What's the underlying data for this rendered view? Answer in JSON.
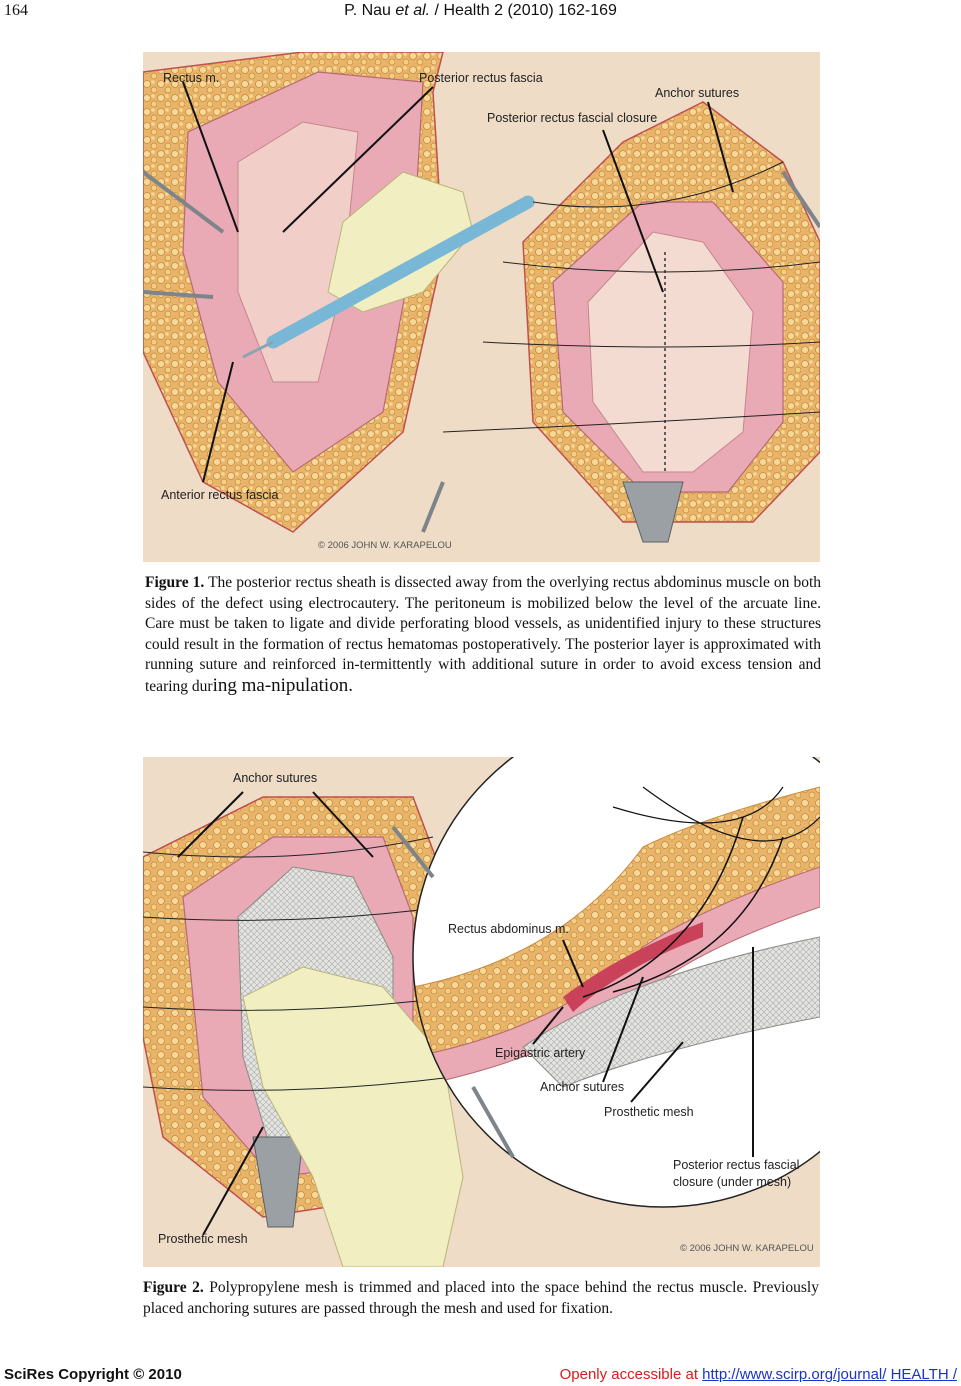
{
  "header": {
    "page_number": "164",
    "authors": "P. Nau",
    "et_al": "et al.",
    "citation": "/ Health 2 (2010) 162-169"
  },
  "figure1": {
    "labels": {
      "rectus_m": "Rectus m.",
      "posterior_rectus_fascia": "Posterior rectus fascia",
      "anchor_sutures": "Anchor sutures",
      "posterior_fascial_closure": "Posterior rectus fascial closure",
      "anterior_rectus_fascia": "Anterior rectus fascia"
    },
    "copyright": "© 2006 JOHN W. KARAPELOU",
    "caption_label": "Figure 1.",
    "caption_text": "The posterior rectus sheath is dissected away from the overlying rectus abdominus muscle on both sides of the defect using electrocautery. The peritoneum is mobilized below the level of the arcuate line. Care must be taken to ligate and divide perforating blood vessels, as unidentified injury to these structures could result in the formation of rectus hematomas postoperatively. The posterior layer is approximated with running suture and reinforced in-termittently with additional suture in order to avoid excess tension and tearing dur",
    "caption_tail": "ing ma-nipulation."
  },
  "figure2": {
    "labels": {
      "anchor_sutures_top": "Anchor sutures",
      "rectus_abdominus": "Rectus abdominus m.",
      "epigastric_artery": "Epigastric artery",
      "anchor_sutures_inset": "Anchor sutures",
      "prosthetic_mesh_inset": "Prosthetic mesh",
      "posterior_closure_line1": "Posterior rectus fascial",
      "posterior_closure_line2": "closure (under mesh)",
      "prosthetic_mesh": "Prosthetic mesh"
    },
    "copyright": "© 2006 JOHN W. KARAPELOU",
    "caption_label": "Figure 2.",
    "caption_text": "Polypropylene mesh is trimmed and placed into the space behind the rectus muscle. Previously placed anchoring sutures are passed through the mesh and used for fixation."
  },
  "footer": {
    "copyright": "SciRes Copyright © 2010",
    "accessible": "Openly accessible at",
    "url": "http://www.scirp.org/journal/",
    "journal": "HEALTH /"
  }
}
